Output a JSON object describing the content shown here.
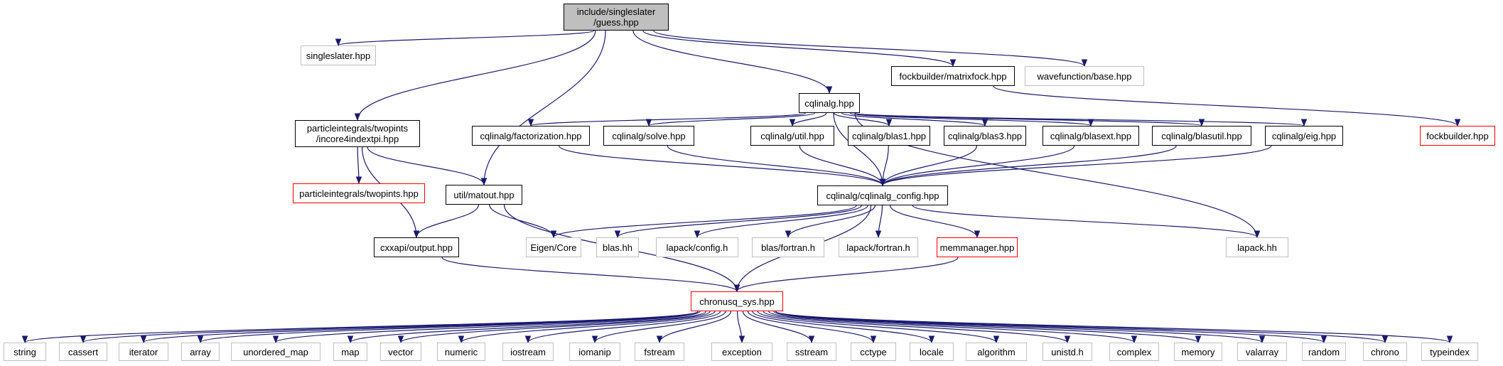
{
  "nodes": {
    "guess": {
      "label": "include/singleslater\n/guess.hpp",
      "style": "root"
    },
    "singleslater": {
      "label": "singleslater.hpp",
      "style": "gray"
    },
    "twopints_incore": {
      "label": "particleintegrals/twopints\n/incore4indextpi.hpp",
      "style": "black"
    },
    "matout": {
      "label": "util/matout.hpp",
      "style": "black"
    },
    "cqlinalg": {
      "label": "cqlinalg.hpp",
      "style": "black"
    },
    "matrixfock": {
      "label": "fockbuilder/matrixfock.hpp",
      "style": "black"
    },
    "wfbase": {
      "label": "wavefunction/base.hpp",
      "style": "gray"
    },
    "twopints": {
      "label": "particleintegrals/twopints.hpp",
      "style": "red"
    },
    "output": {
      "label": "cxxapi/output.hpp",
      "style": "black"
    },
    "eigencore": {
      "label": "Eigen/Core",
      "style": "gray"
    },
    "factorization": {
      "label": "cqlinalg/factorization.hpp",
      "style": "black"
    },
    "solve": {
      "label": "cqlinalg/solve.hpp",
      "style": "black"
    },
    "util": {
      "label": "cqlinalg/util.hpp",
      "style": "black"
    },
    "blas1": {
      "label": "cqlinalg/blas1.hpp",
      "style": "black"
    },
    "blas3": {
      "label": "cqlinalg/blas3.hpp",
      "style": "black"
    },
    "blasext": {
      "label": "cqlinalg/blasext.hpp",
      "style": "black"
    },
    "blasutil": {
      "label": "cqlinalg/blasutil.hpp",
      "style": "black"
    },
    "eig": {
      "label": "cqlinalg/eig.hpp",
      "style": "black"
    },
    "fockbuilder": {
      "label": "fockbuilder.hpp",
      "style": "red"
    },
    "config": {
      "label": "cqlinalg/cqlinalg_config.hpp",
      "style": "black"
    },
    "blashh": {
      "label": "blas.hh",
      "style": "gray"
    },
    "lapackconfig": {
      "label": "lapack/config.h",
      "style": "gray"
    },
    "blasfortran": {
      "label": "blas/fortran.h",
      "style": "gray"
    },
    "lapackfortran": {
      "label": "lapack/fortran.h",
      "style": "gray"
    },
    "memmanager": {
      "label": "memmanager.hpp",
      "style": "red"
    },
    "lapackhh": {
      "label": "lapack.hh",
      "style": "gray"
    },
    "chronusq_sys": {
      "label": "chronusq_sys.hpp",
      "style": "red"
    },
    "string": {
      "label": "string",
      "style": "gray"
    },
    "cassert": {
      "label": "cassert",
      "style": "gray"
    },
    "iterator": {
      "label": "iterator",
      "style": "gray"
    },
    "array": {
      "label": "array",
      "style": "gray"
    },
    "unordered_map": {
      "label": "unordered_map",
      "style": "gray"
    },
    "map": {
      "label": "map",
      "style": "gray"
    },
    "vector": {
      "label": "vector",
      "style": "gray"
    },
    "numeric": {
      "label": "numeric",
      "style": "gray"
    },
    "iostream": {
      "label": "iostream",
      "style": "gray"
    },
    "iomanip": {
      "label": "iomanip",
      "style": "gray"
    },
    "fstream": {
      "label": "fstream",
      "style": "gray"
    },
    "exception": {
      "label": "exception",
      "style": "gray"
    },
    "sstream": {
      "label": "sstream",
      "style": "gray"
    },
    "cctype": {
      "label": "cctype",
      "style": "gray"
    },
    "locale": {
      "label": "locale",
      "style": "gray"
    },
    "algorithm": {
      "label": "algorithm",
      "style": "gray"
    },
    "unistd": {
      "label": "unistd.h",
      "style": "gray"
    },
    "complex": {
      "label": "complex",
      "style": "gray"
    },
    "memory": {
      "label": "memory",
      "style": "gray"
    },
    "valarray": {
      "label": "valarray",
      "style": "gray"
    },
    "random": {
      "label": "random",
      "style": "gray"
    },
    "chrono": {
      "label": "chrono",
      "style": "gray"
    },
    "typeindex": {
      "label": "typeindex",
      "style": "gray"
    }
  },
  "edges": [
    [
      "guess",
      "singleslater"
    ],
    [
      "guess",
      "twopints_incore"
    ],
    [
      "guess",
      "matout"
    ],
    [
      "guess",
      "cqlinalg"
    ],
    [
      "guess",
      "matrixfock"
    ],
    [
      "guess",
      "wfbase"
    ],
    [
      "twopints_incore",
      "twopints"
    ],
    [
      "twopints_incore",
      "matout"
    ],
    [
      "twopints_incore",
      "output"
    ],
    [
      "matout",
      "output"
    ],
    [
      "matout",
      "eigencore"
    ],
    [
      "matout",
      "chronusq_sys"
    ],
    [
      "output",
      "chronusq_sys"
    ],
    [
      "cqlinalg",
      "factorization"
    ],
    [
      "cqlinalg",
      "solve"
    ],
    [
      "cqlinalg",
      "util"
    ],
    [
      "cqlinalg",
      "blas1"
    ],
    [
      "cqlinalg",
      "blas3"
    ],
    [
      "cqlinalg",
      "blasext"
    ],
    [
      "cqlinalg",
      "blasutil"
    ],
    [
      "cqlinalg",
      "eig"
    ],
    [
      "cqlinalg",
      "config"
    ],
    [
      "cqlinalg",
      "lapackhh"
    ],
    [
      "matrixfock",
      "fockbuilder"
    ],
    [
      "factorization",
      "config"
    ],
    [
      "solve",
      "config"
    ],
    [
      "util",
      "config"
    ],
    [
      "blas1",
      "config"
    ],
    [
      "blas3",
      "config"
    ],
    [
      "blasext",
      "config"
    ],
    [
      "blasutil",
      "config"
    ],
    [
      "eig",
      "config"
    ],
    [
      "config",
      "eigencore"
    ],
    [
      "config",
      "blashh"
    ],
    [
      "config",
      "lapackconfig"
    ],
    [
      "config",
      "blasfortran"
    ],
    [
      "config",
      "lapackfortran"
    ],
    [
      "config",
      "memmanager"
    ],
    [
      "config",
      "lapackhh"
    ],
    [
      "config",
      "chronusq_sys"
    ],
    [
      "memmanager",
      "chronusq_sys"
    ],
    [
      "chronusq_sys",
      "string"
    ],
    [
      "chronusq_sys",
      "cassert"
    ],
    [
      "chronusq_sys",
      "iterator"
    ],
    [
      "chronusq_sys",
      "array"
    ],
    [
      "chronusq_sys",
      "unordered_map"
    ],
    [
      "chronusq_sys",
      "map"
    ],
    [
      "chronusq_sys",
      "vector"
    ],
    [
      "chronusq_sys",
      "numeric"
    ],
    [
      "chronusq_sys",
      "iostream"
    ],
    [
      "chronusq_sys",
      "iomanip"
    ],
    [
      "chronusq_sys",
      "fstream"
    ],
    [
      "chronusq_sys",
      "exception"
    ],
    [
      "chronusq_sys",
      "sstream"
    ],
    [
      "chronusq_sys",
      "cctype"
    ],
    [
      "chronusq_sys",
      "locale"
    ],
    [
      "chronusq_sys",
      "algorithm"
    ],
    [
      "chronusq_sys",
      "unistd"
    ],
    [
      "chronusq_sys",
      "complex"
    ],
    [
      "chronusq_sys",
      "memory"
    ],
    [
      "chronusq_sys",
      "valarray"
    ],
    [
      "chronusq_sys",
      "random"
    ],
    [
      "chronusq_sys",
      "chrono"
    ],
    [
      "chronusq_sys",
      "typeindex"
    ]
  ],
  "colors": {
    "edge": "#191970",
    "black_border": "#000000",
    "red_border": "#ff0000",
    "gray_border": "#bfbfbf",
    "root_fill": "#bfbfbf"
  }
}
